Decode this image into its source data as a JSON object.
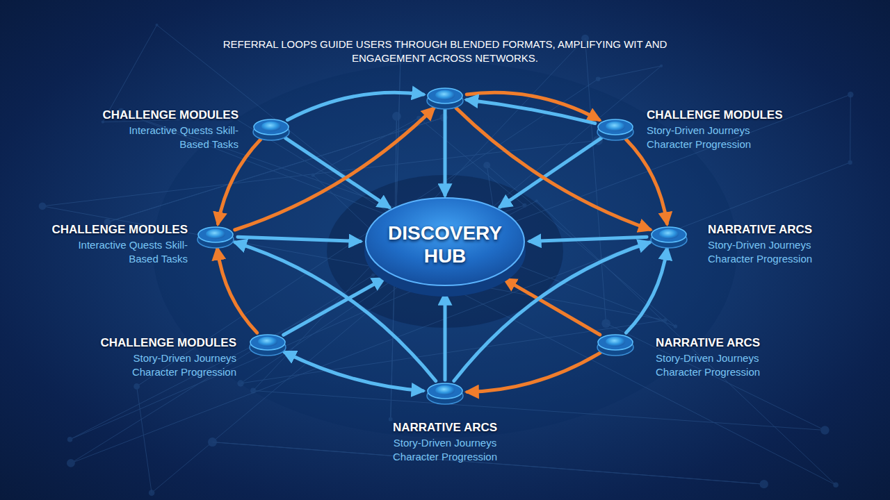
{
  "diagram": {
    "nodes": [
      {
        "text": [
          "DISCOVERY HUB"
        ]
      },
      {
        "text": [
          "REFERRAL LOOPS GUIDE USERS THROUGH BLENDED FORMATS, AMPLIFYING WIT AND ENGAGEMENT ACROSS NETWORKS."
        ]
      },
      {
        "text": [
          "CHALLENGE MODULES",
          "Interactive Quests Skill-Based Tasks"
        ]
      },
      {
        "text": [
          "CHALLENGE MODULES",
          "Story-Driven Journeys Character Progression"
        ]
      },
      {
        "text": [
          "CHALLENGE MODULES",
          "Interactive Quests Skill-Based Tasks"
        ]
      },
      {
        "text": [
          "NARRATIVE ARCS",
          "Story-Driven Journeys Character Progression"
        ]
      },
      {
        "text": [
          "CHALLENGE MODULES",
          "Story-Driven Journeys Character Progression"
        ]
      },
      {
        "text": [
          "NARRATIVE ARCS",
          "Story-Driven Journeys Character Progression"
        ]
      },
      {
        "text": [
          "NARRATIVE ARCS",
          "Story-Driven Journeys Character Progression"
        ]
      }
    ],
    "edges": [
      {
        "from": 2,
        "to": 0,
        "arrow": "to"
      },
      {
        "from": 1,
        "to": 0,
        "arrow": "to"
      },
      {
        "from": 3,
        "to": 0,
        "arrow": "to"
      },
      {
        "from": 4,
        "to": 0,
        "arrow": "to"
      },
      {
        "from": 5,
        "to": 0,
        "arrow": "to"
      },
      {
        "from": 6,
        "to": 0,
        "arrow": "to"
      },
      {
        "from": 8,
        "to": 0,
        "arrow": "to"
      },
      {
        "from": 7,
        "to": 0,
        "arrow": "to"
      },
      {
        "from": 2,
        "to": 1,
        "arrow": "to"
      },
      {
        "from": 1,
        "to": 3,
        "arrow": "to"
      },
      {
        "from": 3,
        "to": 5,
        "arrow": "to"
      },
      {
        "from": 7,
        "to": 5,
        "arrow": "to"
      },
      {
        "from": 7,
        "to": 8,
        "arrow": "to"
      },
      {
        "from": 8,
        "to": 6,
        "arrow": "both"
      },
      {
        "from": 6,
        "to": 4,
        "arrow": "to"
      },
      {
        "from": 2,
        "to": 4,
        "arrow": "to"
      },
      {
        "from": 4,
        "to": 1,
        "arrow": "to"
      },
      {
        "from": 3,
        "to": 1,
        "arrow": "to"
      },
      {
        "from": 8,
        "to": 4,
        "arrow": "to"
      },
      {
        "from": 8,
        "to": 5,
        "arrow": "to"
      },
      {
        "from": 1,
        "to": 5,
        "arrow": "to"
      }
    ]
  }
}
